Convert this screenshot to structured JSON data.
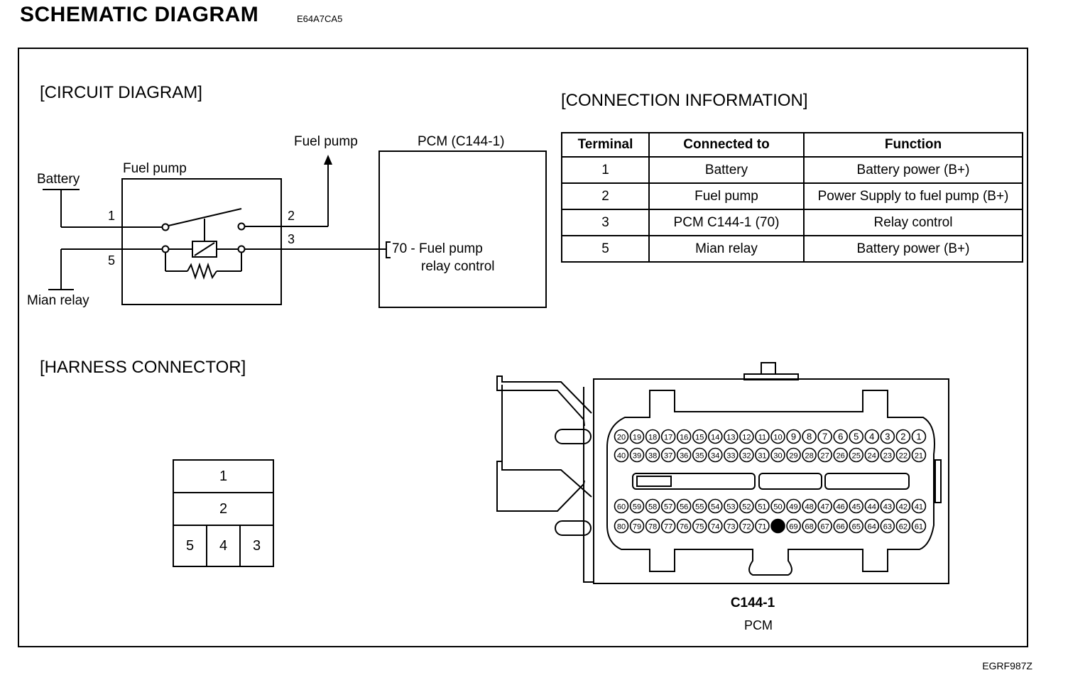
{
  "header": {
    "title": "SCHEMATIC  DIAGRAM",
    "doc_code": "E64A7CA5"
  },
  "footer": {
    "figure_code": "EGRF987Z"
  },
  "circuit": {
    "heading": "[CIRCUIT DIAGRAM]",
    "labels": {
      "battery": "Battery",
      "main_relay": "Mian relay",
      "relay_box": "Fuel pump",
      "fuel_pump_out": "Fuel pump",
      "pcm_box": "PCM (C144-1)",
      "pcm_pin": "70 - Fuel pump",
      "pcm_pin_line2": "relay control"
    },
    "pins": {
      "p1": "1",
      "p2": "2",
      "p3": "3",
      "p5": "5"
    }
  },
  "connection": {
    "heading": "[CONNECTION INFORMATION]",
    "columns": [
      "Terminal",
      "Connected to",
      "Function"
    ],
    "rows": [
      [
        "1",
        "Battery",
        "Battery power (B+)"
      ],
      [
        "2",
        "Fuel pump",
        "Power Supply to fuel pump (B+)"
      ],
      [
        "3",
        "PCM C144-1 (70)",
        "Relay control"
      ],
      [
        "5",
        "Mian relay",
        "Battery power (B+)"
      ]
    ]
  },
  "harness": {
    "heading": "[HARNESS CONNECTOR]",
    "relay_pins": {
      "r1": "1",
      "r2": "2",
      "r5": "5",
      "r4": "4",
      "r3": "3"
    },
    "connector_name": "C144-1",
    "connector_sub": "PCM",
    "pin_rows": [
      [
        "20",
        "19",
        "18",
        "17",
        "16",
        "15",
        "14",
        "13",
        "12",
        "11",
        "10",
        "9",
        "8",
        "7",
        "6",
        "5",
        "4",
        "3",
        "2",
        "1"
      ],
      [
        "40",
        "39",
        "38",
        "37",
        "36",
        "35",
        "34",
        "33",
        "32",
        "31",
        "30",
        "29",
        "28",
        "27",
        "26",
        "25",
        "24",
        "23",
        "22",
        "21"
      ],
      [
        "60",
        "59",
        "58",
        "57",
        "56",
        "55",
        "54",
        "53",
        "52",
        "51",
        "50",
        "49",
        "48",
        "47",
        "46",
        "45",
        "44",
        "43",
        "42",
        "41"
      ],
      [
        "80",
        "79",
        "78",
        "77",
        "76",
        "75",
        "74",
        "73",
        "72",
        "71",
        "70",
        "69",
        "68",
        "67",
        "66",
        "65",
        "64",
        "63",
        "62",
        "61"
      ]
    ],
    "highlighted_pin": "70"
  }
}
